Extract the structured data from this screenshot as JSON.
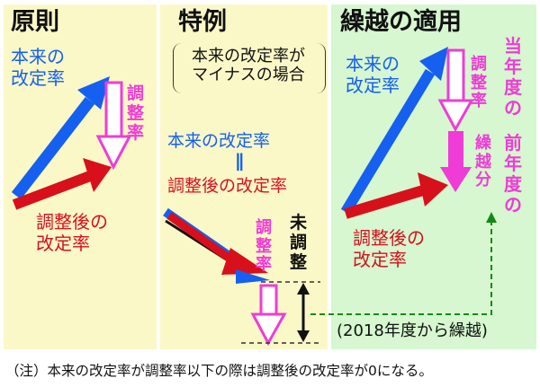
{
  "colors": {
    "panel_yellow": "#fbf8c8",
    "panel_green": "#d6f7cf",
    "blue": "#1560f0",
    "red": "#d8101c",
    "pink": "#f03cd6",
    "dashed_green": "#148a14"
  },
  "panels": {
    "principle": {
      "title": "原則",
      "original_rate": [
        "本来の",
        "改定率"
      ],
      "adjustment_rate": [
        "調",
        "整",
        "率"
      ],
      "adjusted_rate": [
        "調整後の",
        "改定率"
      ]
    },
    "special": {
      "title": "特例",
      "condition": [
        "本来の改定率が",
        "マイナスの場合"
      ],
      "original_rate": "本来の改定率",
      "equals": "∥",
      "adjusted_rate": "調整後の改定率",
      "adjustment_rate": [
        "調",
        "整",
        "率"
      ],
      "unadjusted": [
        "未",
        "調",
        "整"
      ]
    },
    "carryover": {
      "title": "繰越の適用",
      "original_rate": [
        "本来の",
        "改定率"
      ],
      "adjustment_rate": [
        "調",
        "整",
        "率"
      ],
      "adjusted_rate": [
        "調整後の",
        "改定率"
      ],
      "current_year": [
        "当",
        "年",
        "度",
        "の"
      ],
      "previous_year": [
        "前",
        "年",
        "度",
        "の"
      ],
      "carry_amount": [
        "繰",
        "越",
        "分"
      ],
      "carry_note": "(2018年度から繰越)"
    }
  },
  "footnote": "（注）本来の改定率が調整率以下の際は調整後の改定率が0になる。"
}
